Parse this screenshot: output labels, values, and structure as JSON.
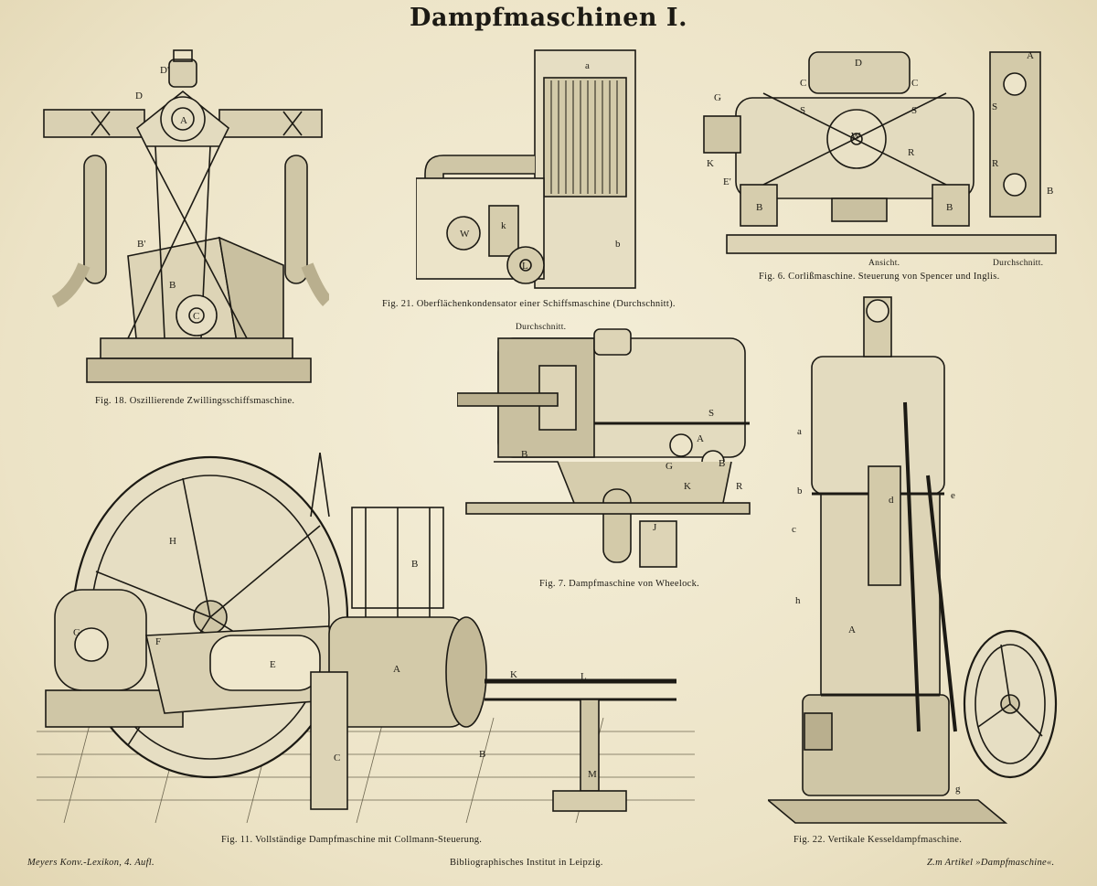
{
  "title": "Dampfmaschinen I.",
  "figures": {
    "fig18": {
      "caption": "Fig. 18. Oszillierende Zwillingsschiffsmaschine.",
      "letters": [
        "D'",
        "D",
        "A",
        "B'",
        "B",
        "C"
      ]
    },
    "fig21": {
      "caption": "Fig. 21. Oberflächenkondensator einer Schiffsmaschine (Durchschnitt).",
      "letters": [
        "a",
        "W",
        "k",
        "L",
        "b"
      ]
    },
    "fig6": {
      "caption": "Fig. 6. Corlißmaschine. Steuerung von Spencer und Inglis.",
      "label_view": "Ansicht.",
      "label_section": "Durchschnitt.",
      "letters": [
        "D",
        "G",
        "C",
        "C",
        "S",
        "W",
        "S",
        "R",
        "K",
        "E'",
        "B",
        "B",
        "A",
        "S",
        "R",
        "B"
      ]
    },
    "fig7": {
      "caption": "Fig. 7. Dampfmaschine von Wheelock.",
      "label_section": "Durchschnitt.",
      "letters": [
        "S",
        "A",
        "B",
        "B",
        "G",
        "K",
        "R",
        "J"
      ]
    },
    "fig11": {
      "caption": "Fig. 11. Vollständige Dampfmaschine mit Collmann-Steuerung.",
      "letters": [
        "H",
        "G",
        "F",
        "E",
        "B",
        "A",
        "K",
        "L",
        "C",
        "M",
        "B"
      ]
    },
    "fig22": {
      "caption": "Fig. 22. Vertikale Kesseldampfmaschine.",
      "letters": [
        "a",
        "b",
        "c",
        "h",
        "A",
        "d",
        "e",
        "g"
      ]
    }
  },
  "footer": {
    "left": "Meyers Konv.-Lexikon, 4. Aufl.",
    "center": "Bibliographisches Institut in Leipzig.",
    "right": "Z.m Artikel »Dampfmaschine«."
  }
}
